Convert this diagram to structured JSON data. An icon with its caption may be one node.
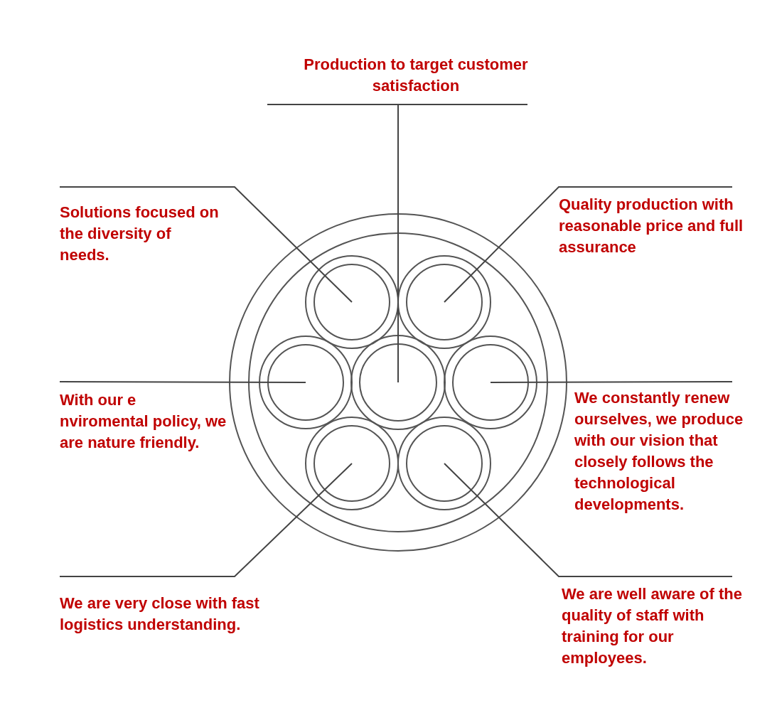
{
  "diagram": {
    "nodes": [
      {
        "text": [
          "Production to target customer satisfaction"
        ]
      },
      {
        "text": [
          "Solutions focused on the diversity of needs."
        ]
      },
      {
        "text": [
          "Quality production with reasonable price and full assurance"
        ]
      },
      {
        "text": [
          "With our e nviromental policy, we are nature friendly."
        ]
      },
      {
        "text": [
          "We constantly renew ourselves, we produce with our vision that closely follows the technological developments."
        ]
      },
      {
        "text": [
          "We are very close with fast logistics understanding."
        ]
      },
      {
        "text": [
          "We are well aware of the quality of staff with training for our employees."
        ]
      },
      {
        "text": [],
        "shape": "circle"
      },
      {
        "text": [],
        "shape": "circle",
        "in": 7
      },
      {
        "text": [],
        "shape": "circle",
        "in": 7
      },
      {
        "text": [],
        "shape": "circle",
        "in": 7
      },
      {
        "text": [],
        "shape": "circle",
        "in": 7
      },
      {
        "text": [],
        "shape": "circle",
        "in": 7
      },
      {
        "text": [],
        "shape": "circle",
        "in": 7
      },
      {
        "text": [],
        "shape": "circle",
        "in": 7
      }
    ],
    "edges": [
      {
        "from": 0,
        "to": 11,
        "arrow": "none"
      },
      {
        "from": 1,
        "to": 8,
        "arrow": "none"
      },
      {
        "from": 2,
        "to": 9,
        "arrow": "none"
      },
      {
        "from": 3,
        "to": 10,
        "arrow": "none"
      },
      {
        "from": 4,
        "to": 12,
        "arrow": "none"
      },
      {
        "from": 5,
        "to": 13,
        "arrow": "none"
      },
      {
        "from": 6,
        "to": 14,
        "arrow": "none"
      }
    ]
  }
}
